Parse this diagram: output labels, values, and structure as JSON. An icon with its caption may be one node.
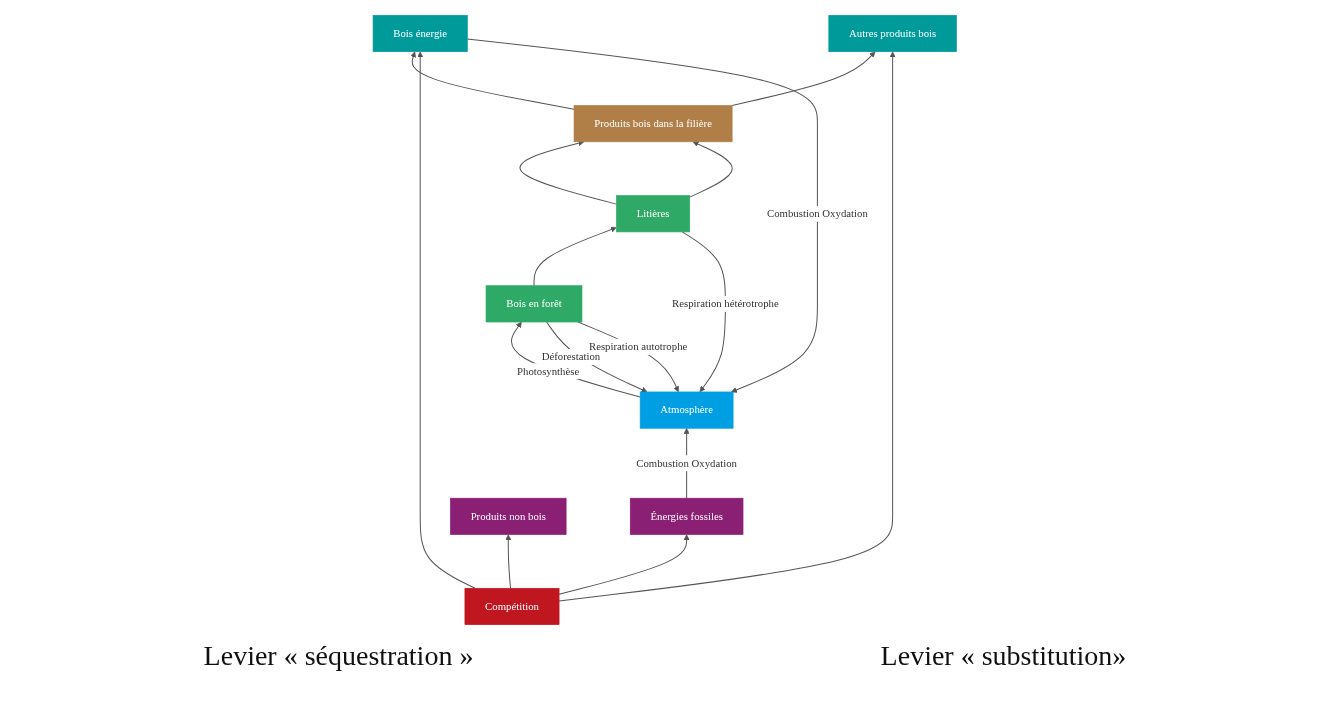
{
  "diagram": {
    "nodes": [
      {
        "text": [
          "Atmosphère"
        ]
      },
      {
        "text": [
          "Bois en forêt"
        ]
      },
      {
        "text": [
          "Litières"
        ]
      },
      {
        "text": [
          "Produits bois dans la filière"
        ]
      },
      {
        "text": [
          "Bois énergie"
        ]
      },
      {
        "text": [
          "Autres produits bois"
        ]
      },
      {
        "text": [
          "Compétition"
        ]
      },
      {
        "text": [
          "Énergies fossiles"
        ]
      },
      {
        "text": [
          "Produits non bois"
        ]
      }
    ],
    "edges": [
      {
        "from": 1,
        "to": 0,
        "arrow": "to",
        "label": "Déforestation"
      },
      {
        "from": 0,
        "to": 1,
        "arrow": "to",
        "label": "Photosynthèse"
      },
      {
        "from": 1,
        "to": 0,
        "arrow": "to",
        "label": "Respiration autotrophe"
      },
      {
        "from": 2,
        "to": 0,
        "arrow": "to",
        "label": "Respiration hétérotrophe"
      },
      {
        "from": 4,
        "to": 0,
        "arrow": "to",
        "label": "Combustion Oxydation"
      },
      {
        "from": 7,
        "to": 0,
        "arrow": "to",
        "label": "Combustion Oxydation"
      },
      {
        "from": 1,
        "to": 2,
        "arrow": "to"
      },
      {
        "from": 2,
        "to": 3,
        "arrow": "to"
      },
      {
        "from": 2,
        "to": 3,
        "arrow": "to"
      },
      {
        "from": 3,
        "to": 4,
        "arrow": "to"
      },
      {
        "from": 3,
        "to": 5,
        "arrow": "to"
      },
      {
        "from": 6,
        "to": 4,
        "arrow": "to"
      },
      {
        "from": 6,
        "to": 5,
        "arrow": "to"
      },
      {
        "from": 6,
        "to": 7,
        "arrow": "to"
      },
      {
        "from": 6,
        "to": 8,
        "arrow": "to"
      }
    ],
    "labels": [
      "Levier « séquestration »",
      "Levier « substitution»"
    ]
  }
}
